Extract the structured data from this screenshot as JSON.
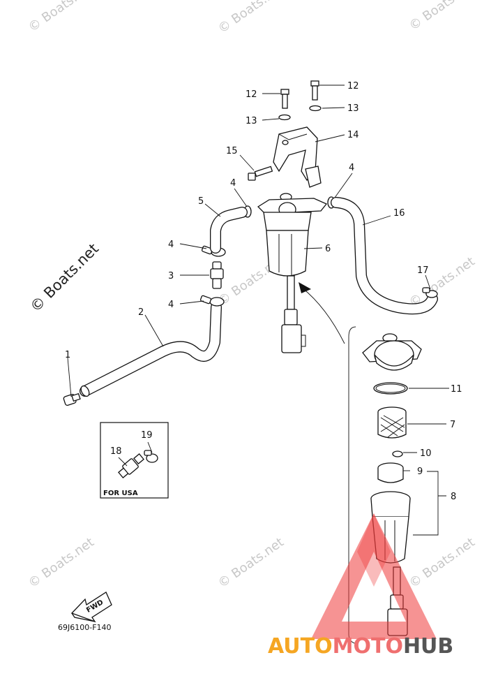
{
  "diagram": {
    "code": "69J6100-F140",
    "inset_label": "FOR USA",
    "fwd_label": "FWD"
  },
  "callouts": [
    "1",
    "2",
    "3",
    "4",
    "4",
    "4",
    "4",
    "5",
    "6",
    "7",
    "8",
    "9",
    "10",
    "11",
    "12",
    "12",
    "13",
    "13",
    "14",
    "15",
    "16",
    "17",
    "18",
    "19"
  ],
  "watermarks": {
    "small": "© Boats.net",
    "large": "© Boats.net"
  },
  "logo": {
    "part1": "AUTO",
    "part2": "MOTO",
    "part3": "HUB",
    "colors": {
      "auto": "#f5a623",
      "moto": "#ef6f6f",
      "hub": "#555555",
      "triangle": "#ee3b3b"
    }
  }
}
